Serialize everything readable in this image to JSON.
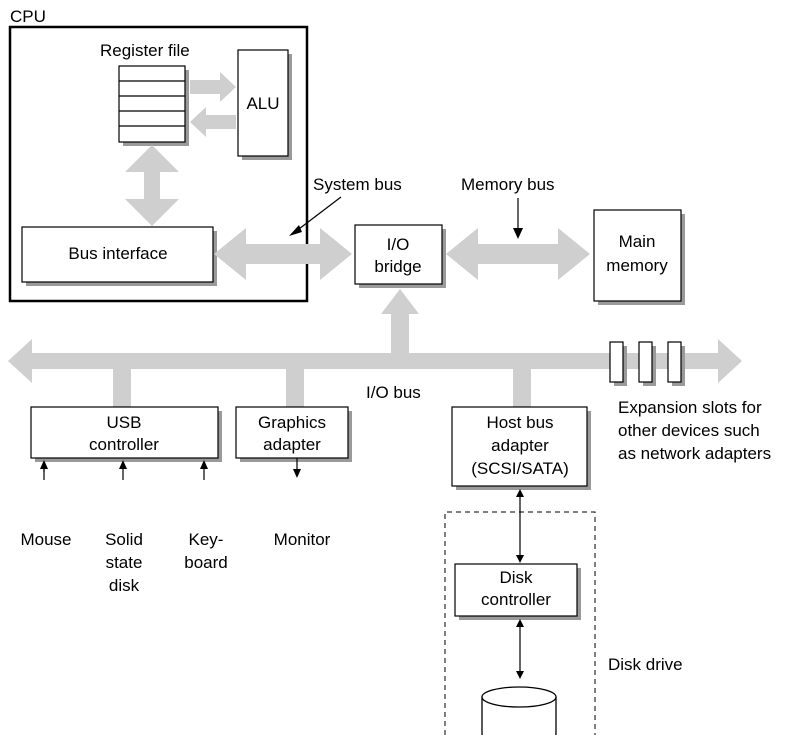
{
  "cpu": {
    "title": "CPU",
    "register_file_label": "Register file",
    "alu_label": "ALU",
    "bus_interface_label": "Bus interface"
  },
  "system_bus_label": "System bus",
  "memory_bus_label": "Memory bus",
  "io_bridge": {
    "line1": "I/O",
    "line2": "bridge"
  },
  "main_memory": {
    "line1": "Main",
    "line2": "memory"
  },
  "io_bus_label": "I/O bus",
  "expansion_slots": {
    "line1": "Expansion slots for",
    "line2": "other devices such",
    "line3": "as network adapters"
  },
  "usb_controller": {
    "line1": "USB",
    "line2": "controller",
    "devices": {
      "mouse": "Mouse",
      "ssd_line1": "Solid",
      "ssd_line2": "state",
      "ssd_line3": "disk",
      "keyboard_line1": "Key-",
      "keyboard_line2": "board"
    }
  },
  "graphics_adapter": {
    "line1": "Graphics",
    "line2": "adapter",
    "monitor": "Monitor"
  },
  "host_bus_adapter": {
    "line1": "Host bus",
    "line2": "adapter",
    "line3": "(SCSI/SATA)"
  },
  "disk_controller": {
    "line1": "Disk",
    "line2": "controller"
  },
  "disk_drive_label": "Disk drive"
}
